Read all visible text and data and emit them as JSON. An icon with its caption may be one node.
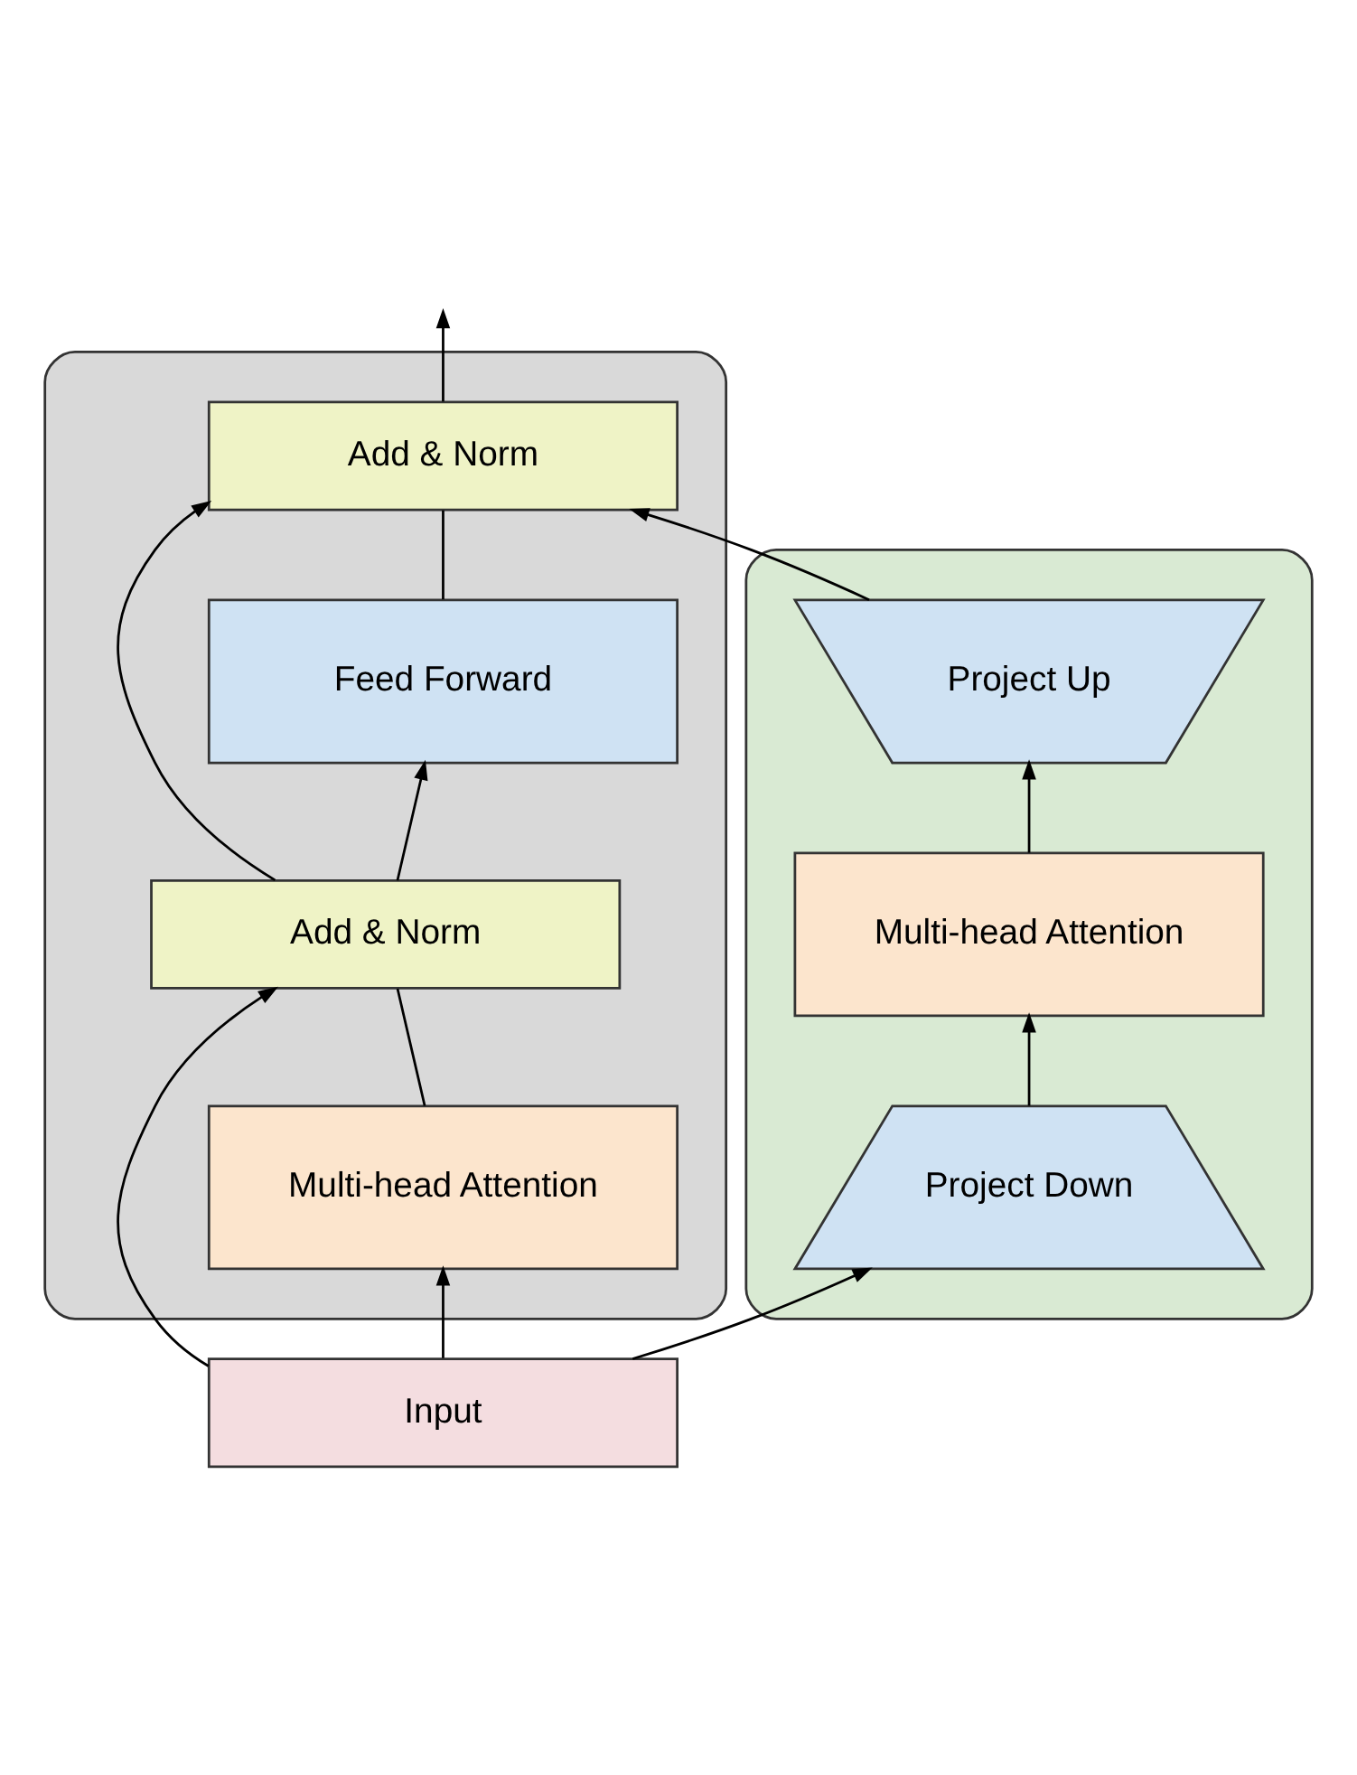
{
  "diagram": {
    "nodes": [
      {
        "text": [],
        "shape": "box"
      },
      {
        "text": [
          "Add & Norm"
        ],
        "in": 0
      },
      {
        "text": [
          "Feed Forward"
        ],
        "in": 0
      },
      {
        "text": [
          "Add & Norm"
        ],
        "in": 0
      },
      {
        "text": [
          "Multi-head Attention"
        ],
        "in": 0
      },
      {
        "text": [],
        "shape": "box"
      },
      {
        "text": [
          "Project Up"
        ],
        "in": 5
      },
      {
        "text": [
          "Multi-head Attention"
        ],
        "in": 5
      },
      {
        "text": [
          "Project Down"
        ],
        "in": 5
      },
      {
        "text": [
          "Input"
        ]
      }
    ],
    "edges": [
      {
        "from": 9,
        "to": 4,
        "arrow": "to"
      },
      {
        "from": 9,
        "to": 3,
        "arrow": "to"
      },
      {
        "from": 9,
        "to": 8,
        "arrow": "to"
      },
      {
        "from": 4,
        "to": 3,
        "arrow": "none"
      },
      {
        "from": 3,
        "to": 2,
        "arrow": "to"
      },
      {
        "from": 3,
        "to": 1,
        "arrow": "to"
      },
      {
        "from": 2,
        "to": 1,
        "arrow": "none"
      },
      {
        "from": 1,
        "to": null,
        "arrow": "to"
      },
      {
        "from": 8,
        "to": 7,
        "arrow": "to"
      },
      {
        "from": 7,
        "to": 6,
        "arrow": "to"
      },
      {
        "from": 6,
        "to": 1,
        "arrow": "to"
      }
    ]
  }
}
